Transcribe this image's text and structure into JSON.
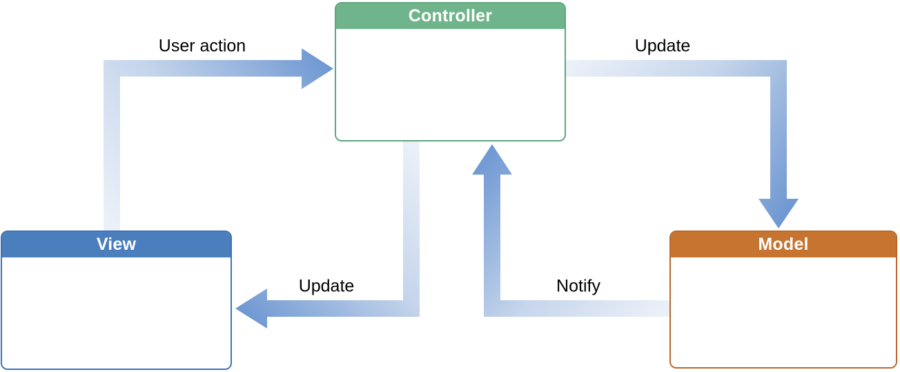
{
  "diagram": {
    "background_color": "#FFFFFF",
    "label_color": "#000000",
    "arrow_colors": {
      "light": "#ECF1F9",
      "mid": "#C5D5EB",
      "dark": "#6E97D2"
    },
    "nodes": [
      {
        "id": "controller",
        "label": "Controller",
        "header_color": "#6FB48B",
        "border_color": "#5CA67B",
        "body_color": "#FFFFFF",
        "title_color": "#FFFFFF"
      },
      {
        "id": "view",
        "label": "View",
        "header_color": "#4B7EBC",
        "border_color": "#3C72B4",
        "body_color": "#FFFFFF",
        "title_color": "#FFFFFF"
      },
      {
        "id": "model",
        "label": "Model",
        "header_color": "#C6742F",
        "border_color": "#B8682A",
        "body_color": "#FFFFFF",
        "title_color": "#FFFFFF"
      }
    ],
    "arrows": [
      {
        "id": "user-action",
        "label": "User action",
        "from": "view",
        "to": "controller"
      },
      {
        "id": "update-model",
        "label": "Update",
        "from": "controller",
        "to": "model"
      },
      {
        "id": "update-view",
        "label": "Update",
        "from": "controller",
        "to": "view"
      },
      {
        "id": "notify",
        "label": "Notify",
        "from": "model",
        "to": "controller"
      }
    ]
  }
}
